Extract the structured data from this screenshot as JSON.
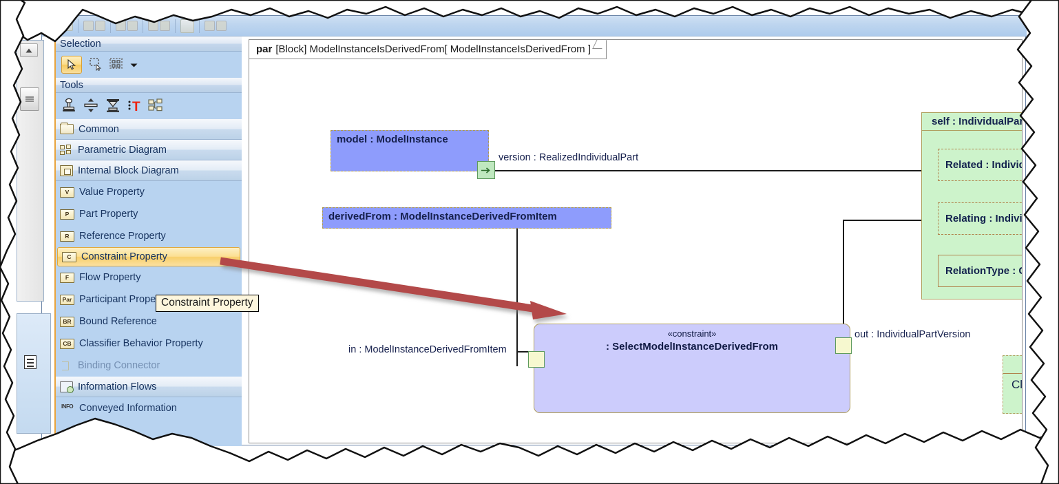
{
  "app": {
    "toolbar_icons": [
      "cursor-icon",
      "zoom-icon",
      "separator",
      "save-icon",
      "print-icon",
      "separator",
      "copy-icon",
      "paste-icon",
      "separator",
      "undo-icon",
      "redo-icon",
      "separator",
      "home-icon",
      "layout-icon"
    ]
  },
  "palette": {
    "selection_header": "Selection",
    "selection_tools": [
      {
        "name": "cursor-tool",
        "glyph": "arrow-cursor-icon",
        "selected": true
      },
      {
        "name": "marquee-select-tool",
        "glyph": "marquee-icon",
        "selected": false
      },
      {
        "name": "multi-select-tool",
        "glyph": "multi-select-icon",
        "selected": false
      },
      {
        "name": "selection-dropdown",
        "glyph": "chevron-down-icon",
        "selected": false
      }
    ],
    "tools_header": "Tools",
    "tool_icons": [
      {
        "name": "stamp-tool",
        "glyph": "stamp-icon"
      },
      {
        "name": "align-vertical-tool",
        "glyph": "align-vertical-icon"
      },
      {
        "name": "align-bottom-tool",
        "glyph": "align-bottom-icon"
      },
      {
        "name": "text-tool",
        "glyph": "text-T-icon"
      },
      {
        "name": "layout-tool",
        "glyph": "layout-tree-icon"
      }
    ],
    "items": [
      {
        "label": "Common",
        "icon": "folder-icon",
        "type": "group",
        "state": "normal"
      },
      {
        "label": "Parametric Diagram",
        "icon": "parametric-diagram-icon",
        "type": "group",
        "state": "normal"
      },
      {
        "label": "Internal Block Diagram",
        "icon": "ibd-icon",
        "type": "group",
        "state": "normal"
      },
      {
        "label": "Value Property",
        "icon": "value-property-icon",
        "badge": "V",
        "type": "item",
        "state": "normal"
      },
      {
        "label": "Part Property",
        "icon": "part-property-icon",
        "badge": "P",
        "type": "item",
        "state": "normal"
      },
      {
        "label": "Reference Property",
        "icon": "reference-property-icon",
        "badge": "R",
        "type": "item",
        "state": "normal"
      },
      {
        "label": "Constraint Property",
        "icon": "constraint-property-icon",
        "badge": "C",
        "type": "item",
        "state": "selected"
      },
      {
        "label": "Flow Property",
        "icon": "flow-property-icon",
        "badge": "F",
        "type": "item",
        "state": "normal"
      },
      {
        "label": "Participant Property",
        "icon": "participant-property-icon",
        "badge": "Par",
        "type": "item",
        "state": "normal"
      },
      {
        "label": "Bound Reference",
        "icon": "bound-reference-icon",
        "badge": "BR",
        "type": "item",
        "state": "normal"
      },
      {
        "label": "Classifier Behavior Property",
        "icon": "classifier-behavior-icon",
        "badge": "CB",
        "type": "item",
        "state": "normal"
      },
      {
        "label": "Binding Connector",
        "icon": "binding-connector-icon",
        "type": "item",
        "state": "faded"
      },
      {
        "label": "Information Flows",
        "icon": "information-flows-icon",
        "type": "group",
        "state": "normal"
      },
      {
        "label": "Conveyed Information",
        "icon": "conveyed-information-icon",
        "badge": "INFO",
        "type": "item",
        "state": "normal"
      }
    ]
  },
  "tooltip": {
    "text": "Constraint Property"
  },
  "diagram": {
    "frame": {
      "keyword": "par",
      "header": "[Block] ModelInstanceIsDerivedFrom[ ModelInstanceIsDerivedFrom ]"
    },
    "parts": [
      {
        "name": "model-instance-part",
        "label": "model : ModelInstance"
      },
      {
        "name": "derived-from-part",
        "label": "derivedFrom : ModelInstanceDerivedFromItem"
      }
    ],
    "constraint": {
      "stereotype": "«constraint»",
      "name": ": SelectModelInstanceDerivedFrom"
    },
    "port_labels": {
      "version": "version : RealizedIndividualPart",
      "in": "in : ModelInstanceDerivedFromItem",
      "out": "out : IndividualPartVersion"
    },
    "self_block": {
      "title": "self : IndividualPartVer",
      "rows": [
        "Related : IndividualPa",
        "Relating : Individual",
        "RelationType : Class"
      ]
    },
    "value_block": {
      "text": "Class = \"h"
    }
  },
  "colors": {
    "part_block_fill": "#8e9cfc",
    "constraint_fill": "#ccccfc",
    "green_fill": "#cdf3cb",
    "palette_bg": "#b8d3f0",
    "selected_highlight": "#f7cb60",
    "annotation_arrow": "#b34a48",
    "tooltip_bg": "#fdf6dd"
  }
}
